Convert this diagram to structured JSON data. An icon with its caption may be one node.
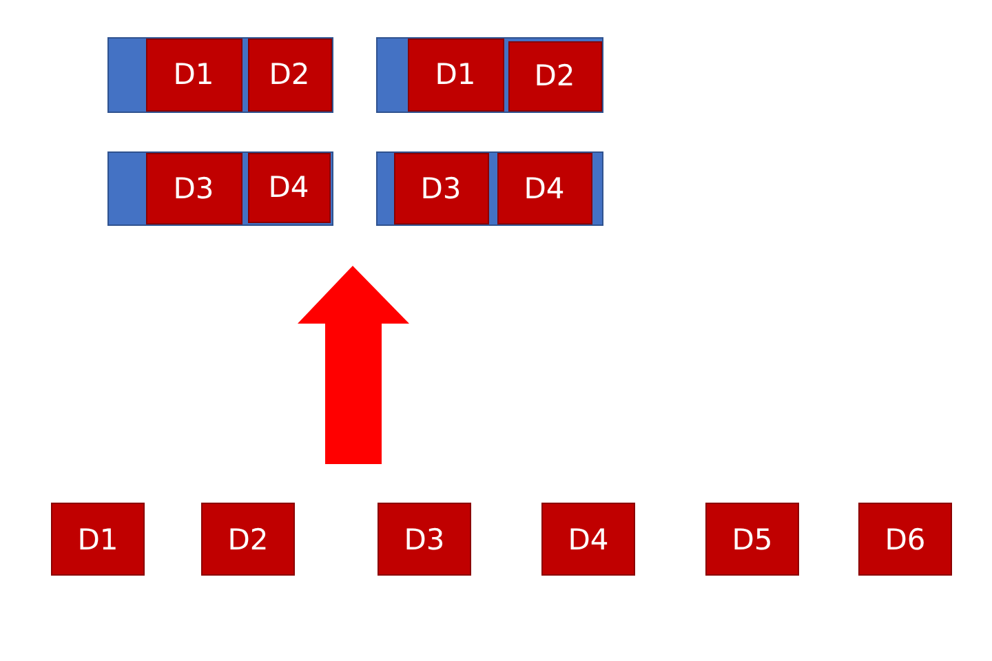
{
  "diagram": {
    "nodes": [
      {
        "text": [],
        "shape": "bar"
      },
      {
        "text": [
          "D1"
        ],
        "in": 0
      },
      {
        "text": [
          "D2"
        ],
        "in": 0
      },
      {
        "text": [],
        "shape": "bar"
      },
      {
        "text": [
          "D1"
        ],
        "in": 3
      },
      {
        "text": [
          "D2"
        ],
        "in": 3
      },
      {
        "text": [],
        "shape": "bar"
      },
      {
        "text": [
          "D3"
        ],
        "in": 6
      },
      {
        "text": [
          "D4"
        ],
        "in": 6
      },
      {
        "text": [],
        "shape": "bar"
      },
      {
        "text": [
          "D3"
        ],
        "in": 9
      },
      {
        "text": [
          "D4"
        ],
        "in": 9
      },
      {
        "text": [
          "D1"
        ]
      },
      {
        "text": [
          "D2"
        ]
      },
      {
        "text": [
          "D3"
        ]
      },
      {
        "text": [
          "D4"
        ]
      },
      {
        "text": [
          "D5"
        ]
      },
      {
        "text": [
          "D6"
        ]
      }
    ]
  }
}
